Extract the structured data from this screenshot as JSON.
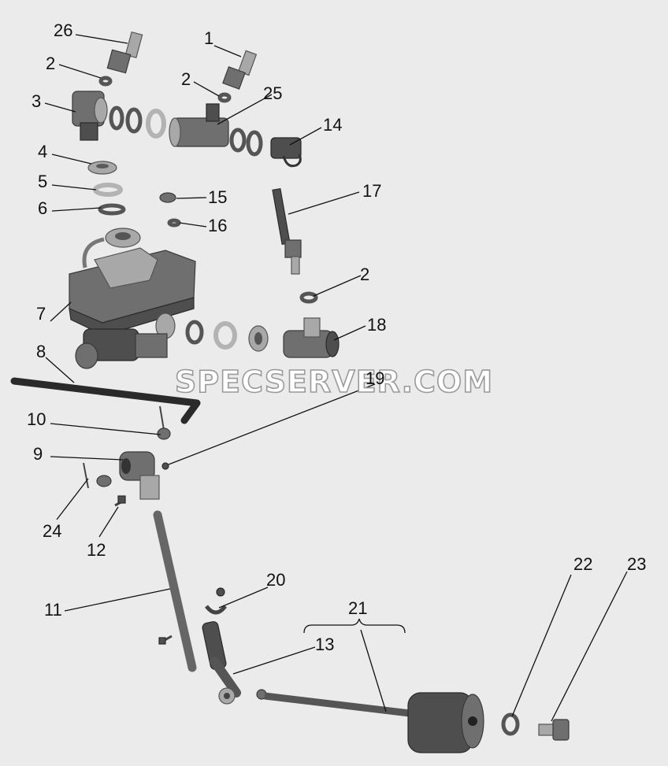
{
  "watermark": "SPECSERVER.COM",
  "labels": {
    "p1": "1",
    "p2a": "2",
    "p2b": "2",
    "p2c": "2",
    "p3": "3",
    "p4": "4",
    "p5": "5",
    "p6": "6",
    "p7": "7",
    "p8": "8",
    "p9": "9",
    "p10": "10",
    "p11": "11",
    "p12": "12",
    "p13": "13",
    "p14": "14",
    "p15": "15",
    "p16": "16",
    "p17": "17",
    "p18": "18",
    "p19": "19",
    "p20": "20",
    "p21": "21",
    "p22": "22",
    "p23": "23",
    "p24": "24",
    "p25": "25",
    "p26": "26"
  }
}
